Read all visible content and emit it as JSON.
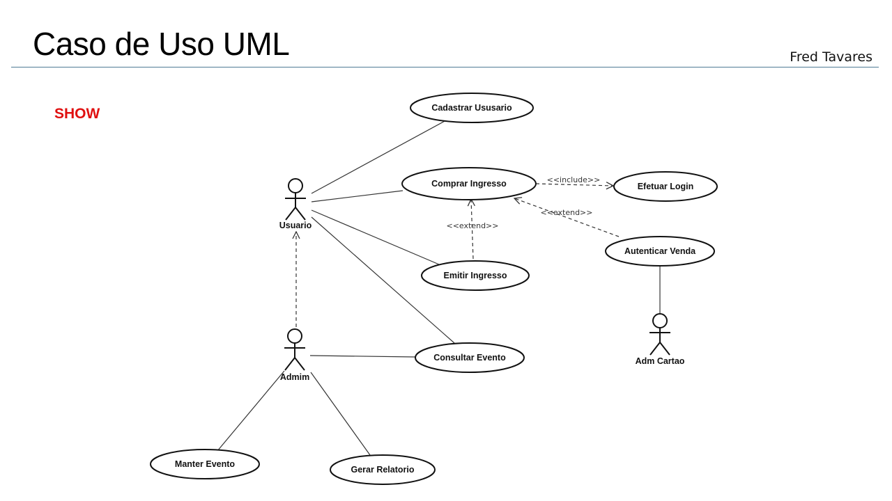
{
  "slide": {
    "title": "Caso de Uso UML",
    "author": "Fred Tavares",
    "section": "SHOW"
  },
  "colors": {
    "title_rule": "#4f7a94",
    "section": "#e01010",
    "lines": "#333333"
  },
  "actors": {
    "usuario": "Usuario",
    "admim": "Admim",
    "adm_cartao": "Adm Cartao"
  },
  "use_cases": {
    "cadastrar": "Cadastrar Ususario",
    "comprar": "Comprar Ingresso",
    "efetuar_login": "Efetuar Login",
    "autenticar": "Autenticar Venda",
    "emitir": "Emitir Ingresso",
    "consultar": "Consultar Evento",
    "manter": "Manter Evento",
    "gerar": "Gerar Relatorio"
  },
  "stereotypes": {
    "include": "<<include>>",
    "extend_emitir": "<<extend>>",
    "extend_autenticar": "<<extend>>"
  }
}
